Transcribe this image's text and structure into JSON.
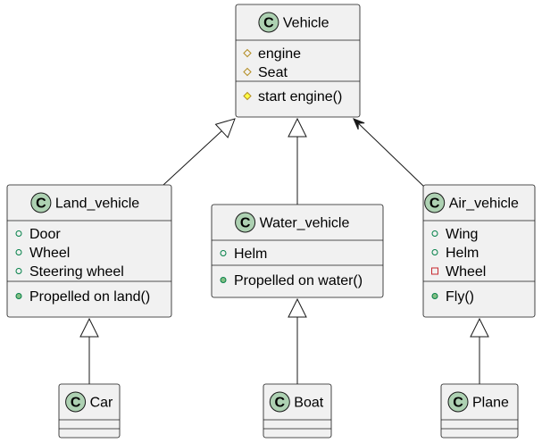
{
  "colors": {
    "box_fill": "#f1f1f1",
    "border": "#181818",
    "class_badge": "#add1b2",
    "protected_field": "#b38d22",
    "protected_method": "#ffff44",
    "public_field": "#038048",
    "public_method": "#84be84",
    "private_field": "#c82930"
  },
  "classes": [
    {
      "id": "vehicle",
      "name": "Vehicle",
      "stereotype_letter": "C",
      "fields": [
        {
          "text": "engine",
          "visibility": "protected"
        },
        {
          "text": "Seat",
          "visibility": "protected"
        }
      ],
      "methods": [
        {
          "text": "start engine()",
          "visibility": "protected"
        }
      ]
    },
    {
      "id": "land_vehicle",
      "name": "Land_vehicle",
      "stereotype_letter": "C",
      "fields": [
        {
          "text": "Door",
          "visibility": "public"
        },
        {
          "text": "Wheel",
          "visibility": "public"
        },
        {
          "text": "Steering wheel",
          "visibility": "public"
        }
      ],
      "methods": [
        {
          "text": "Propelled on land()",
          "visibility": "public"
        }
      ]
    },
    {
      "id": "water_vehicle",
      "name": "Water_vehicle",
      "stereotype_letter": "C",
      "fields": [
        {
          "text": "Helm",
          "visibility": "public"
        }
      ],
      "methods": [
        {
          "text": "Propelled on water()",
          "visibility": "public"
        }
      ]
    },
    {
      "id": "air_vehicle",
      "name": "Air_vehicle",
      "stereotype_letter": "C",
      "fields": [
        {
          "text": "Wing",
          "visibility": "public"
        },
        {
          "text": "Helm",
          "visibility": "public"
        },
        {
          "text": "Wheel",
          "visibility": "private"
        }
      ],
      "methods": [
        {
          "text": "Fly()",
          "visibility": "public"
        }
      ]
    },
    {
      "id": "car",
      "name": "Car",
      "stereotype_letter": "C",
      "fields": [],
      "methods": []
    },
    {
      "id": "boat",
      "name": "Boat",
      "stereotype_letter": "C",
      "fields": [],
      "methods": []
    },
    {
      "id": "plane",
      "name": "Plane",
      "stereotype_letter": "C",
      "fields": [],
      "methods": []
    }
  ],
  "relations": [
    {
      "from": "land_vehicle",
      "to": "vehicle",
      "type": "inheritance"
    },
    {
      "from": "water_vehicle",
      "to": "vehicle",
      "type": "inheritance"
    },
    {
      "from": "air_vehicle",
      "to": "vehicle",
      "type": "association-arrow"
    },
    {
      "from": "car",
      "to": "land_vehicle",
      "type": "inheritance"
    },
    {
      "from": "boat",
      "to": "water_vehicle",
      "type": "inheritance"
    },
    {
      "from": "plane",
      "to": "air_vehicle",
      "type": "inheritance"
    }
  ]
}
